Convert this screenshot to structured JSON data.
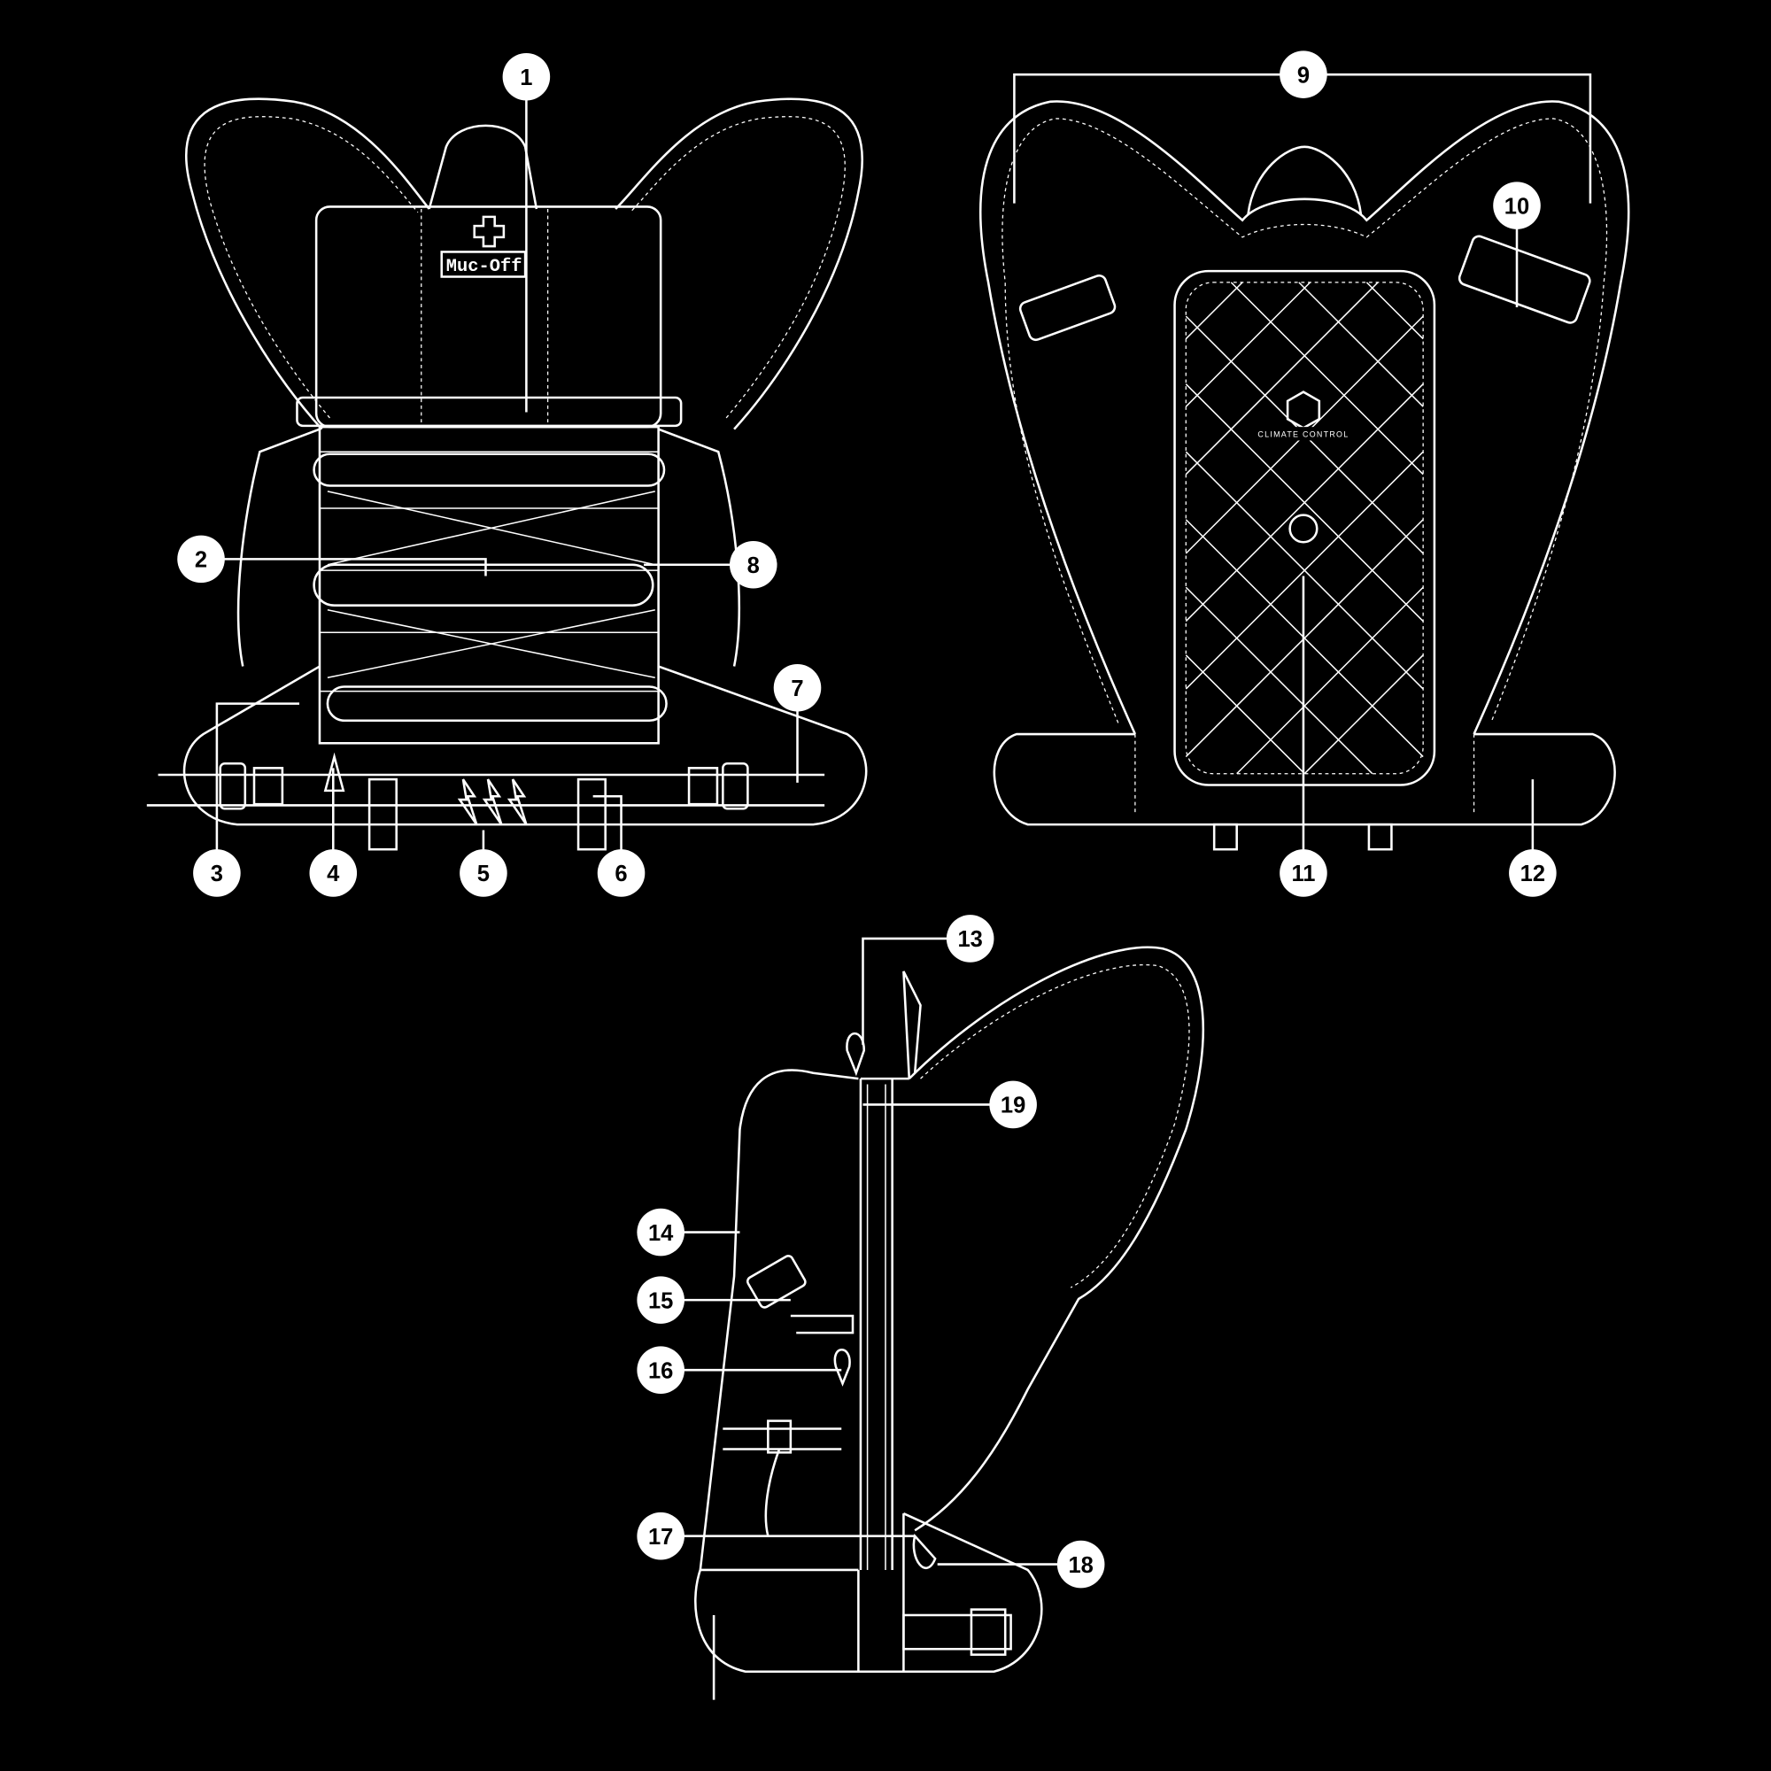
{
  "brand": {
    "logo_text": "Muc-Off",
    "panel_logo_text": "CLIMATE CONTROL"
  },
  "colors": {
    "background": "#000000",
    "line": "#ffffff",
    "badge": "#ffffff",
    "badge_text": "#000000"
  },
  "callouts": [
    "1",
    "2",
    "3",
    "4",
    "5",
    "6",
    "7",
    "8",
    "9",
    "10",
    "11",
    "12",
    "13",
    "14",
    "15",
    "16",
    "17",
    "18",
    "19"
  ],
  "views": [
    "front-view",
    "back-view",
    "side-view"
  ]
}
